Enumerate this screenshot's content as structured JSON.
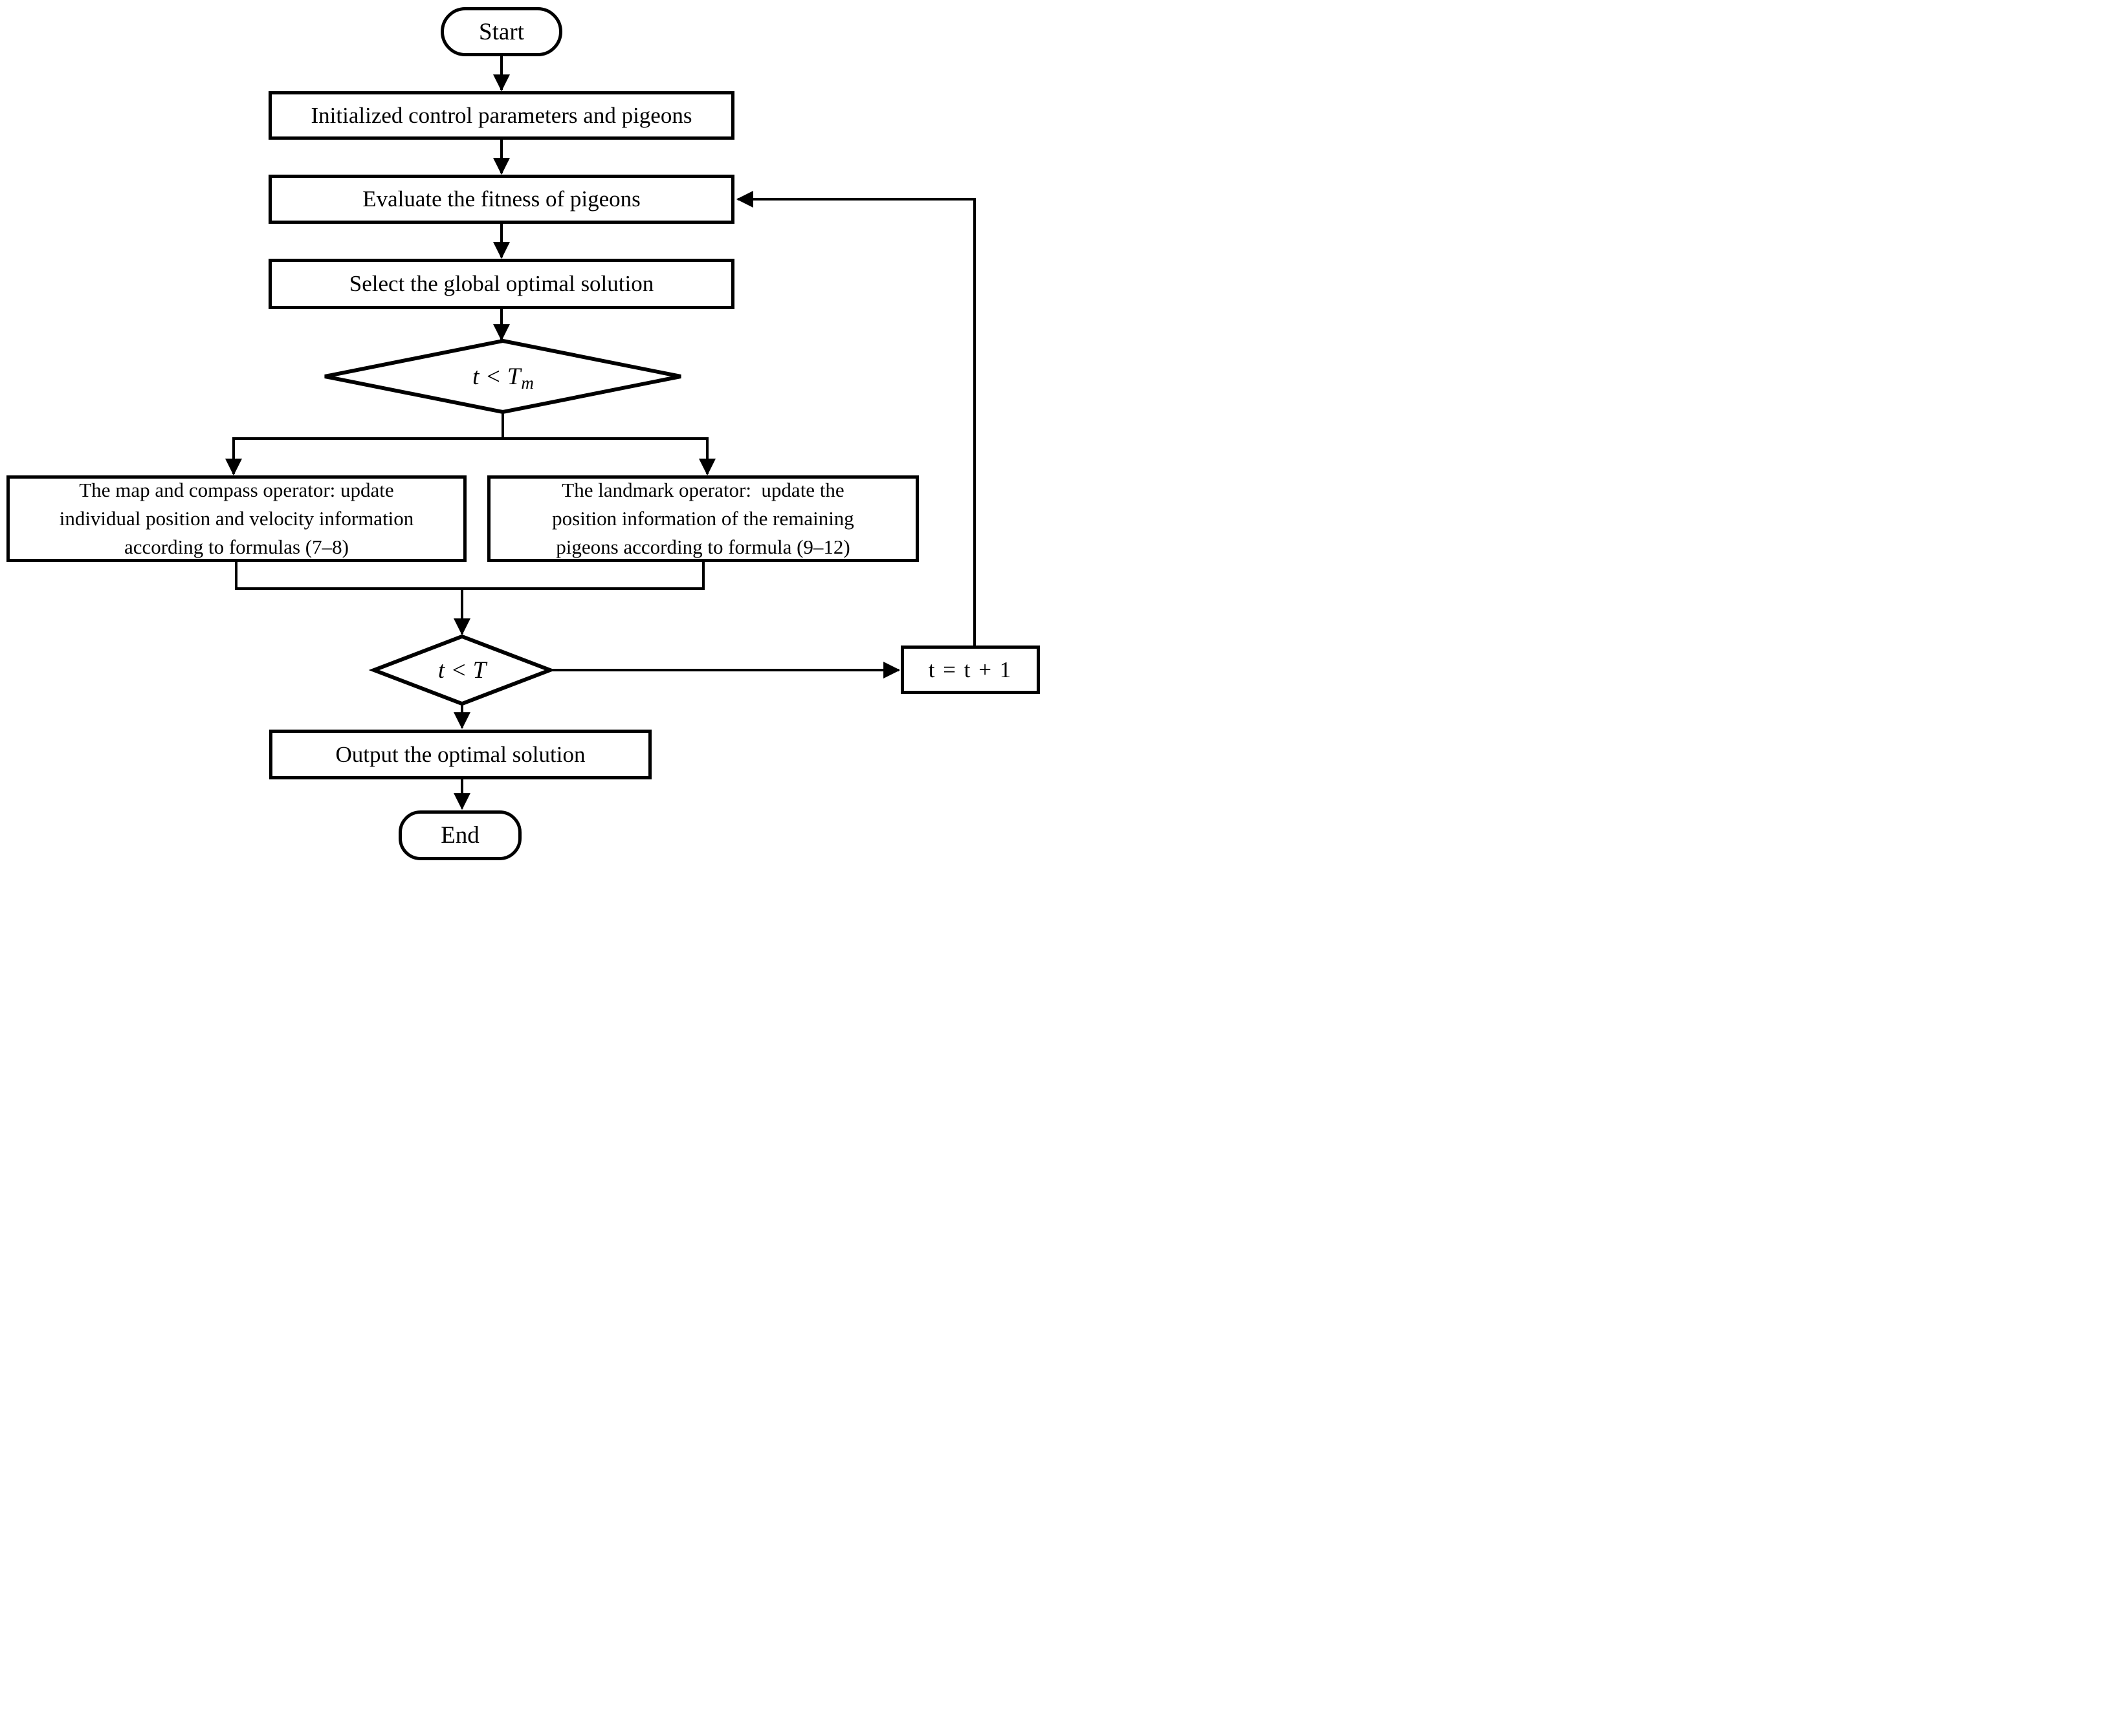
{
  "diagram": {
    "type": "flowchart",
    "colors": {
      "stroke": "#000000",
      "background": "#ffffff",
      "text": "#000000"
    },
    "nodes": {
      "start": {
        "shape": "terminator",
        "label": "Start"
      },
      "init": {
        "shape": "process",
        "label": "Initialized control parameters and pigeons"
      },
      "evaluate": {
        "shape": "process",
        "label": "Evaluate the fitness of pigeons"
      },
      "select": {
        "shape": "process",
        "label": "Select the global optimal solution"
      },
      "decision_tm": {
        "shape": "decision",
        "label_main": "t < T",
        "label_sub": "m"
      },
      "map_compass": {
        "shape": "process",
        "lines": [
          "The map and compass operator: update",
          "individual position and velocity information",
          "according to formulas (7–8)"
        ]
      },
      "landmark": {
        "shape": "process",
        "lines": [
          "The landmark operator:  update the",
          "position information of the remaining",
          "pigeons according to formula (9–12)"
        ]
      },
      "decision_t": {
        "shape": "decision",
        "label_main": "t < T",
        "label_sub": ""
      },
      "increment": {
        "shape": "process",
        "label": "t = t + 1"
      },
      "output": {
        "shape": "process",
        "label": "Output the optimal solution"
      },
      "end": {
        "shape": "terminator",
        "label": "End"
      }
    },
    "edges": [
      "start -> init",
      "init -> evaluate",
      "evaluate -> select",
      "select -> decision_tm",
      "decision_tm -> map_compass",
      "decision_tm -> landmark",
      "map_compass -> decision_t",
      "landmark -> decision_t",
      "decision_t -> increment",
      "increment -> evaluate",
      "decision_t -> output",
      "output -> end"
    ]
  }
}
